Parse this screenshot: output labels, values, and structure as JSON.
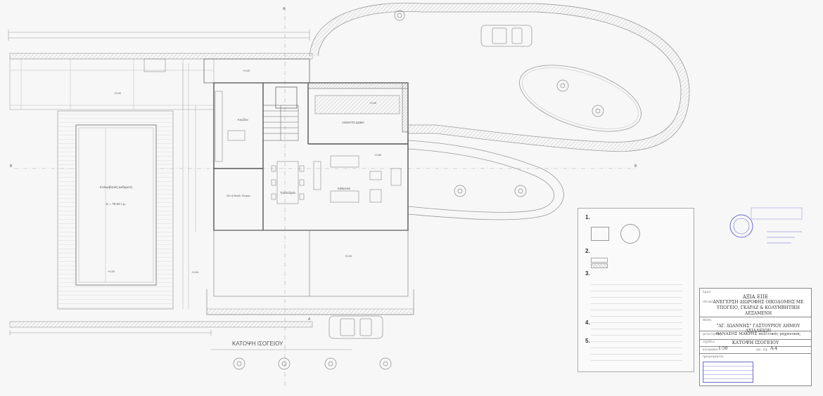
{
  "plan": {
    "title": "ΚΑΤΟΨΗ ΙΣΟΓΕΙΟΥ",
    "north_mark": "A",
    "section_mark": "B",
    "rooms": {
      "pool": "Κολυμβητική Δεξαμενή",
      "pool_area": "E = 70,00 τ.μ.",
      "kitchen": "Κουζίνα",
      "wc_guest": "Wc ή Βοηθ. Χώρος",
      "dining": "Τραπεζαρία",
      "living": "Καθιστικό",
      "open_space": "ΑΝΟΙΧΤΟ ΔΩΜΑ"
    },
    "levels": [
      "+0,00",
      "+0,00",
      "+0,00",
      "+0,60",
      "+0,00",
      "+0,00",
      "+0,00",
      "+0,00"
    ]
  },
  "legend": {
    "numbers": [
      "1.",
      "2.",
      "3.",
      "4.",
      "5."
    ]
  },
  "title_block": {
    "label_project": "έργο",
    "label_owner": "ιδιοκτ.",
    "label_location": "θέση",
    "label_engineer": "μελετητής",
    "label_drawing": "σχέδιο",
    "label_scale": "κλίμακα",
    "label_sheet": "αρ. σχ.",
    "label_date": "ημερομηνία",
    "company": "ΑΞΙΑ ΕΠΕ",
    "project": "ΑΝΕΓΕΡΣΗ ΔΙΩΡΟΦΗΣ ΟΙΚΟΔΟΜΗΣ ΜΕ ΥΠΟΓΕΙΟ, ΓΚΑΡΑΖ & ΚΟΛΥΜΒΗΤΙΚΗ ΔΕΞΑΜΕΝΗ",
    "location": "\"ΑΓ. ΙΩΑΝΝΗΣ\" ΓΑΣΤΟΥΡΙΟΥ ΔΗΜΟΥ ΑΧΙΛΛΕΙΩΝ",
    "engineer": "ΘΑΝΑΣΗΣ ΜΑΚΡΗΣ  πολιτικός μηχανικός",
    "drawing": "ΚΑΤΟΨΗ ΙΣΟΓΕΙΟΥ",
    "scale": "1:50",
    "sheet": "Α-4"
  },
  "colors": {
    "line": "#8a8a8a",
    "light": "#c9c9c9",
    "stamp": "#6a6ad0"
  }
}
